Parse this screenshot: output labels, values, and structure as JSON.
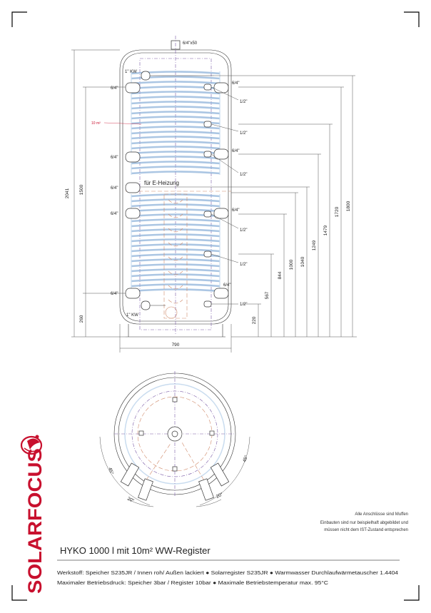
{
  "drawing": {
    "top_connection": "6/4\"x50",
    "label_1kw_top": "1\" KW",
    "label_1kw_bottom": "1\" KW",
    "label_10m2": "10 m²",
    "label_e_heizung": "für E-Heizung",
    "left_fittings": [
      "6/4\"",
      "6/4\"",
      "6/4\"",
      "6/4\"",
      "6/4\""
    ],
    "right_fittings": [
      "6/4\"",
      "6/4\"",
      "6/4\"",
      "6/4\""
    ],
    "right_sensors": [
      "1/2\"",
      "1/2\"",
      "1/2\"",
      "1/2\"",
      "1/2\"",
      "1/2\""
    ],
    "dims_left": [
      "2041",
      "1500",
      "260"
    ],
    "dims_right": [
      "220",
      "567",
      "844",
      "1000",
      "1040",
      "1249",
      "1479",
      "1720",
      "1800"
    ],
    "dim_width": "790",
    "plan_angles": [
      "45°",
      "45°",
      "20°",
      "20°"
    ]
  },
  "notes": {
    "line1": "Alle Anschlüsse sind Muffen",
    "line2": "Einbauten sind nur beispielhaft abgebildet und",
    "line3": "müssen nicht dem IST-Zustand entsprechen"
  },
  "title": "HYKO 1000 l mit 10m² WW-Register",
  "specs": {
    "line1": "Werkstoff: Speicher S235JR / Innen roh/ Außen lackiert ● Solarregister S235JR ● Warmwasser Durchlaufwärmetauscher 1.4404",
    "line2": "Maximaler Betriebsdruck: Speicher 3bar / Register 10bar ● Maximale Betriebstemperatur max. 95°C"
  },
  "brand": "SOLARFOCUS",
  "colors": {
    "brand": "#c8102e",
    "coil": "#8fb3d9",
    "dash": "#d08a6a",
    "axis": "#7a5aa6"
  }
}
